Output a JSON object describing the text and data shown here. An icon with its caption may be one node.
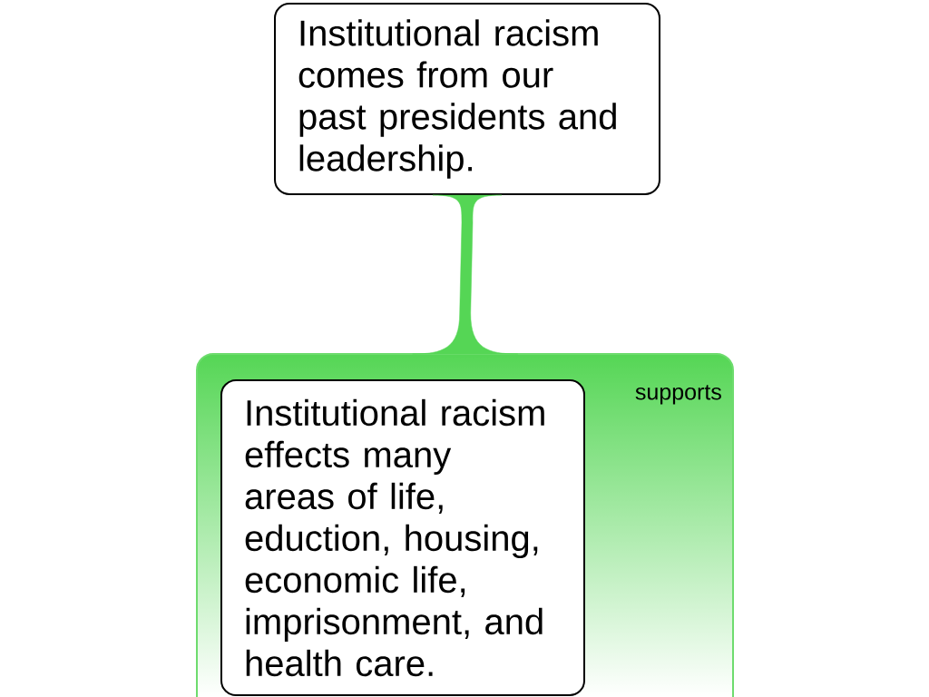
{
  "diagram": {
    "nodes": [
      {
        "text": [
          "Institutional racism comes from our past presidents and leadership."
        ]
      },
      {
        "text": [
          "supports"
        ]
      },
      {
        "text": [
          "Institutional racism effects many areas of life, eduction, housing, economic life, imprisonment, and health care."
        ],
        "in": 1
      }
    ],
    "edges": [
      {
        "from": 0,
        "to": 1,
        "arrow": "none",
        "style": "thick",
        "color": "#55d655"
      }
    ]
  }
}
